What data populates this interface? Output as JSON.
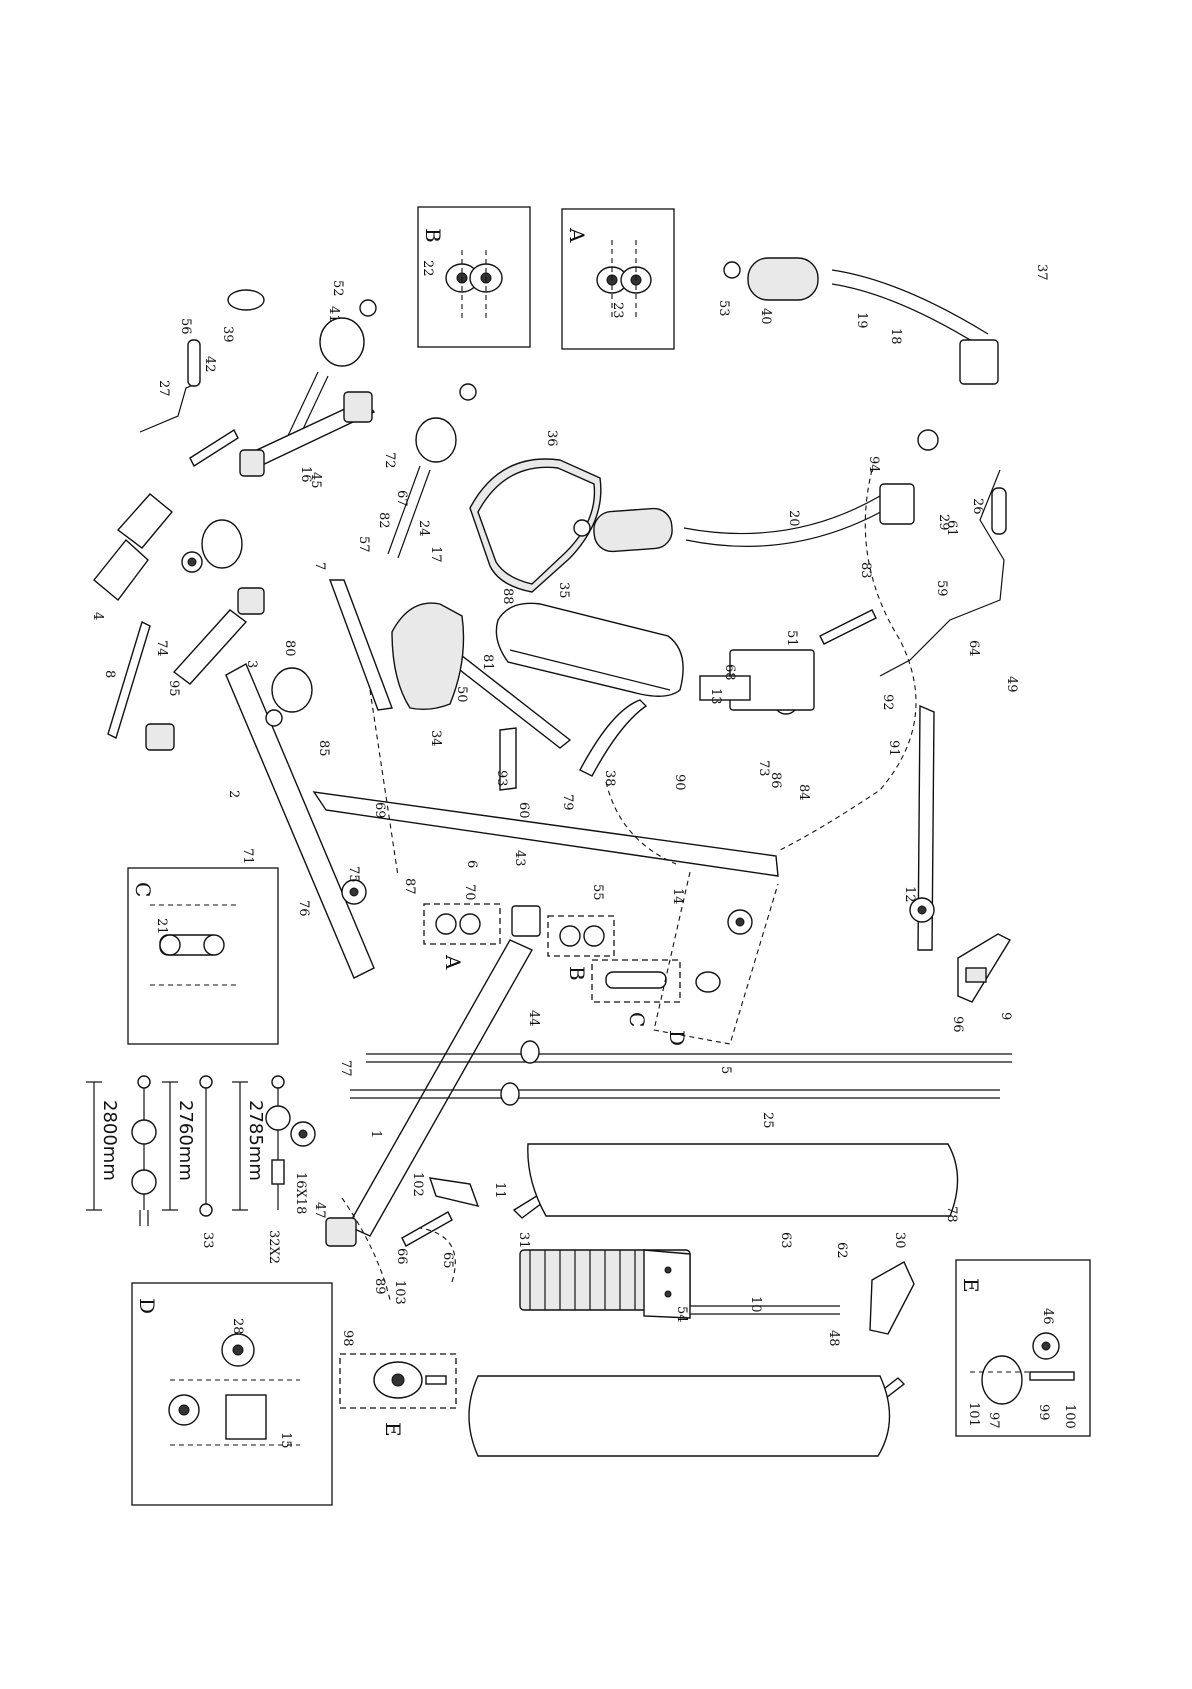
{
  "diagram": {
    "detail_labels": [
      "A",
      "B",
      "C",
      "D",
      "E"
    ],
    "dimensions": {
      "d1": "2800mm",
      "d2": "2760mm",
      "d3": "2785mm",
      "pulley_spec": "16X18",
      "bolt_spec": "32X2"
    },
    "part_numbers": {
      "p1": "1",
      "p2": "2",
      "p3": "3",
      "p4": "4",
      "p5": "5",
      "p6": "6",
      "p7": "7",
      "p8": "8",
      "p9": "9",
      "p10": "10",
      "p11": "11",
      "p12": "12",
      "p13": "13",
      "p14": "14",
      "p15": "15",
      "p16": "16",
      "p17": "17",
      "p18": "18",
      "p19": "19",
      "p20": "20",
      "p21": "21",
      "p22": "22",
      "p23": "23",
      "p24": "24",
      "p25": "25",
      "p26": "26",
      "p27": "27",
      "p28": "28",
      "p29": "29",
      "p30": "30",
      "p31": "31",
      "p33": "33",
      "p34": "34",
      "p35": "35",
      "p36": "36",
      "p37": "37",
      "p38": "38",
      "p39": "39",
      "p40": "40",
      "p41": "41",
      "p42": "42",
      "p43": "43",
      "p44": "44",
      "p45": "45",
      "p46": "46",
      "p47": "47",
      "p48": "48",
      "p49": "49",
      "p50": "50",
      "p51": "51",
      "p52": "52",
      "p53": "53",
      "p54": "54",
      "p55": "55",
      "p56": "56",
      "p57": "57",
      "p59": "59",
      "p60": "60",
      "p61": "61",
      "p62": "62",
      "p63": "63",
      "p64": "64",
      "p65": "65",
      "p66": "66",
      "p67": "67",
      "p68": "68",
      "p69": "69",
      "p70": "70",
      "p71": "71",
      "p72": "72",
      "p73": "73",
      "p74": "74",
      "p75": "75",
      "p76": "76",
      "p77": "77",
      "p78": "78",
      "p79": "79",
      "p80": "80",
      "p81": "81",
      "p82": "82",
      "p83": "83",
      "p84": "84",
      "p85": "85",
      "p86": "86",
      "p87": "87",
      "p88": "88",
      "p89": "89",
      "p90": "90",
      "p91": "91",
      "p92": "92",
      "p93": "93",
      "p94": "94",
      "p95": "95",
      "p96": "96",
      "p97": "97",
      "p98": "98",
      "p99": "99",
      "p100": "100",
      "p101": "101",
      "p102": "102",
      "p103": "103"
    }
  }
}
